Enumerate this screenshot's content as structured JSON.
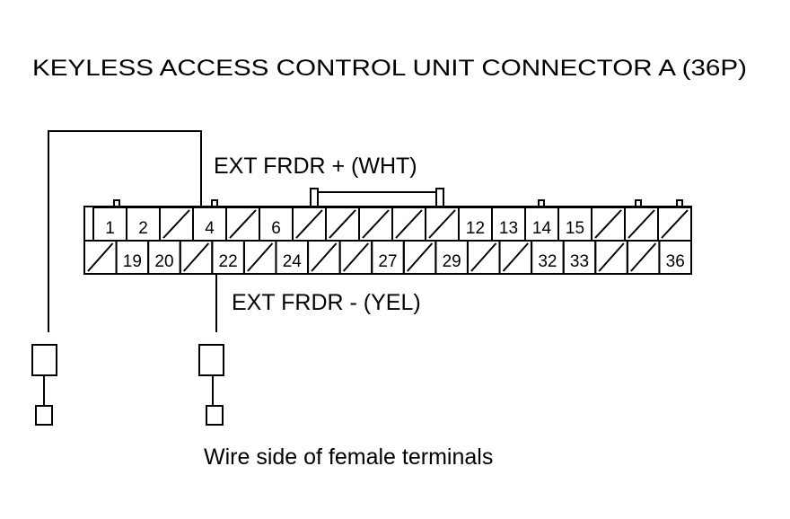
{
  "title": "KEYLESS ACCESS CONTROL UNIT CONNECTOR A (36P)",
  "labels": {
    "ext_frdr_plus": "EXT FRDR +  (WHT)",
    "ext_frdr_minus": "EXT FRDR -  (YEL)",
    "footer": "Wire side of female terminals"
  },
  "connector": {
    "top_row": [
      "1",
      "2",
      "",
      "4",
      "",
      "6",
      "",
      "",
      "",
      "",
      "",
      "12",
      "13",
      "14",
      "15",
      "",
      "",
      ""
    ],
    "bottom_row": [
      "",
      "19",
      "20",
      "",
      "22",
      "",
      "24",
      "",
      "",
      "27",
      "",
      "29",
      "",
      "",
      "32",
      "33",
      "",
      "",
      "36"
    ]
  }
}
